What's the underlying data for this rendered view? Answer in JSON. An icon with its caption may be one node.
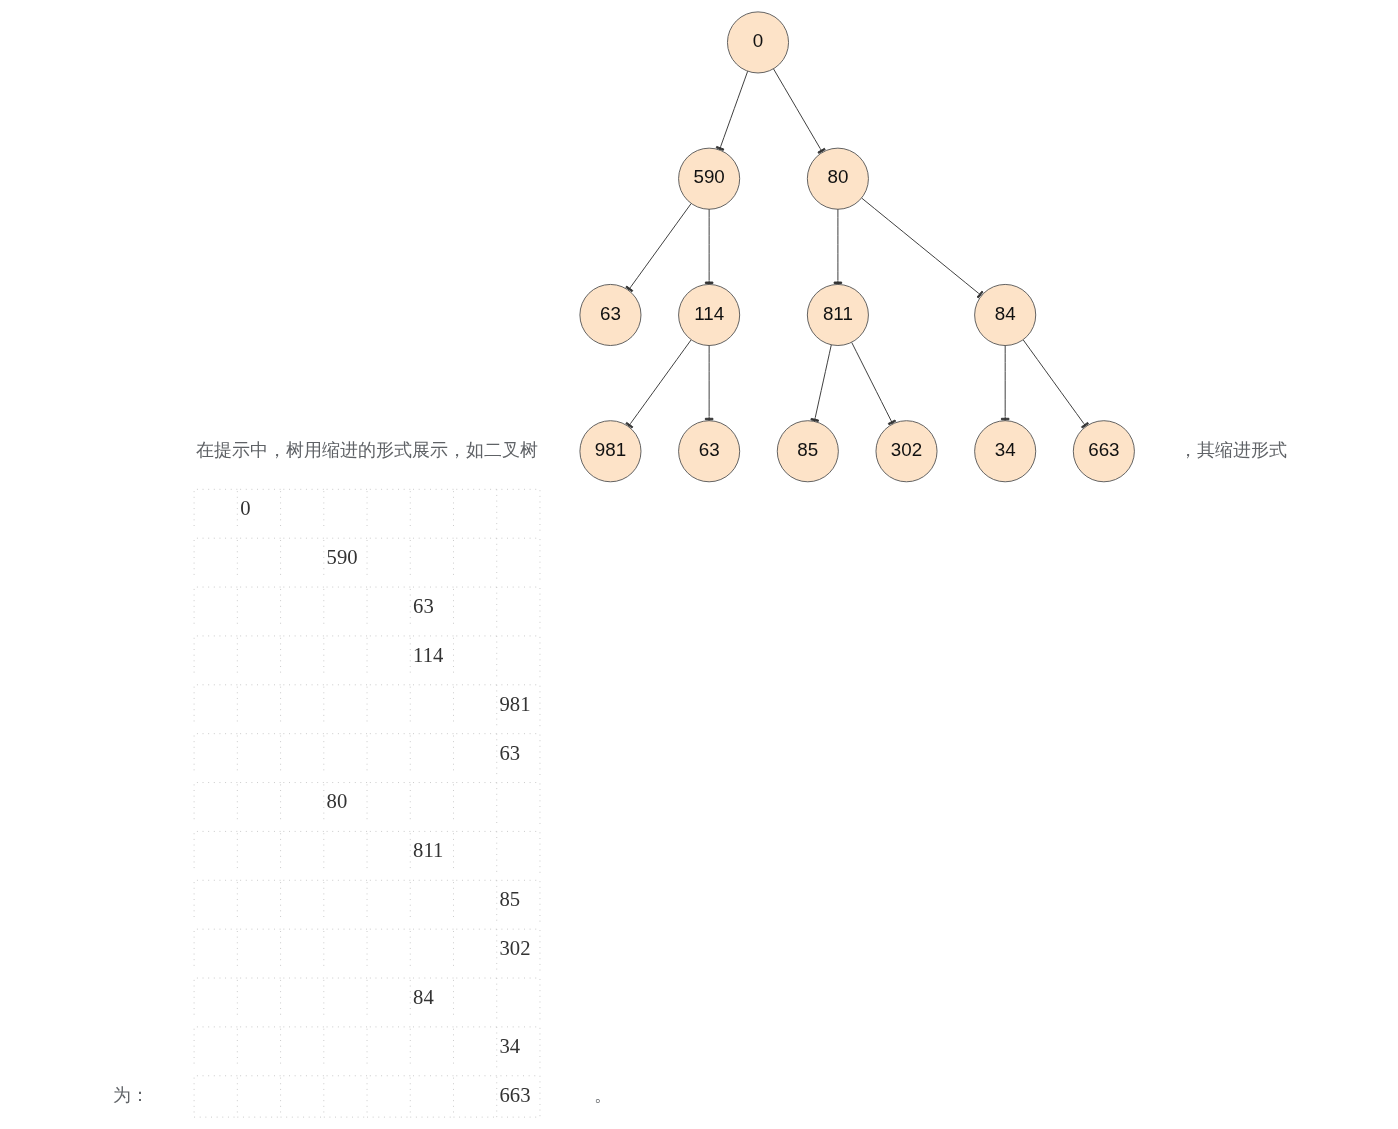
{
  "diagram": {
    "nodes": [
      {
        "text": [
          "0"
        ]
      },
      {
        "text": [
          "590"
        ]
      },
      {
        "text": [
          "80"
        ]
      },
      {
        "text": [
          "63"
        ]
      },
      {
        "text": [
          "114"
        ]
      },
      {
        "text": [
          "811"
        ]
      },
      {
        "text": [
          "84"
        ]
      },
      {
        "text": [
          "981"
        ]
      },
      {
        "text": [
          "63"
        ]
      },
      {
        "text": [
          "85"
        ]
      },
      {
        "text": [
          "302"
        ]
      },
      {
        "text": [
          "34"
        ]
      },
      {
        "text": [
          "663"
        ]
      }
    ],
    "edges": [
      {
        "from": 0,
        "to": 1,
        "arrow": "other"
      },
      {
        "from": 0,
        "to": 2,
        "arrow": "other"
      },
      {
        "from": 1,
        "to": 3,
        "arrow": "other"
      },
      {
        "from": 1,
        "to": 4,
        "arrow": "other"
      },
      {
        "from": 2,
        "to": 5,
        "arrow": "other"
      },
      {
        "from": 2,
        "to": 6,
        "arrow": "other"
      },
      {
        "from": 4,
        "to": 7,
        "arrow": "other"
      },
      {
        "from": 4,
        "to": 8,
        "arrow": "other"
      },
      {
        "from": 5,
        "to": 9,
        "arrow": "other"
      },
      {
        "from": 5,
        "to": 10,
        "arrow": "other"
      },
      {
        "from": 6,
        "to": 11,
        "arrow": "other"
      },
      {
        "from": 6,
        "to": 12,
        "arrow": "other"
      }
    ],
    "labels": [
      "在提示中，树用缩进的形式展示，如二叉树",
      "，其缩进形式",
      "0",
      "590",
      "63",
      "114",
      "981",
      "63",
      "80",
      "811",
      "85",
      "302",
      "84",
      "34",
      "663",
      "为：",
      "。"
    ]
  }
}
